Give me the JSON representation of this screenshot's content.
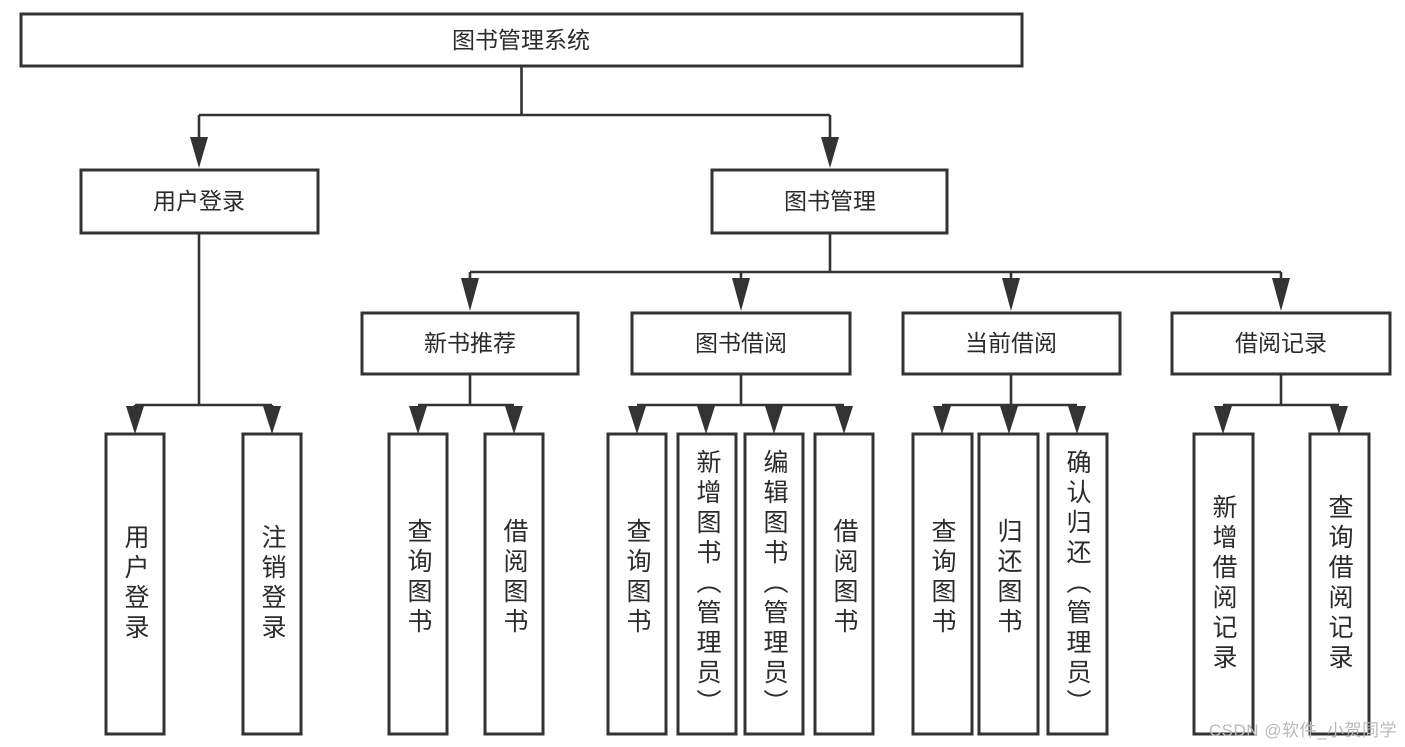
{
  "diagram": {
    "type": "tree-hierarchy-chart",
    "title": "图书管理系统",
    "orientation": "top-down",
    "colors": {
      "box_stroke": "#333333",
      "box_fill": "#ffffff",
      "connector": "#333333",
      "text": "#2b2b2b",
      "background": "#ffffff",
      "watermark": "#b9b9b9"
    },
    "levels": [
      {
        "level": 1,
        "nodes": [
          {
            "id": "root",
            "label": "图书管理系统",
            "orientation": "horizontal"
          }
        ]
      },
      {
        "level": 2,
        "nodes": [
          {
            "id": "user-login",
            "label": "用户登录",
            "orientation": "horizontal",
            "parent": "root"
          },
          {
            "id": "book-manage",
            "label": "图书管理",
            "orientation": "horizontal",
            "parent": "root"
          }
        ]
      },
      {
        "level": 3,
        "nodes": [
          {
            "id": "new-book-rec",
            "label": "新书推荐",
            "orientation": "horizontal",
            "parent": "book-manage"
          },
          {
            "id": "book-borrow",
            "label": "图书借阅",
            "orientation": "horizontal",
            "parent": "book-manage"
          },
          {
            "id": "current-borrow",
            "label": "当前借阅",
            "orientation": "horizontal",
            "parent": "book-manage"
          },
          {
            "id": "borrow-record",
            "label": "借阅记录",
            "orientation": "horizontal",
            "parent": "book-manage"
          }
        ]
      },
      {
        "level": 4,
        "nodes": [
          {
            "id": "leaf-user-login",
            "label": "用户登录",
            "orientation": "vertical",
            "parent": "user-login"
          },
          {
            "id": "leaf-logout",
            "label": "注销登录",
            "orientation": "vertical",
            "parent": "user-login"
          },
          {
            "id": "leaf-query-book-1",
            "label": "查询图书",
            "orientation": "vertical",
            "parent": "new-book-rec"
          },
          {
            "id": "leaf-borrow-book-1",
            "label": "借阅图书",
            "orientation": "vertical",
            "parent": "new-book-rec"
          },
          {
            "id": "leaf-query-book-2",
            "label": "查询图书",
            "orientation": "vertical",
            "parent": "book-borrow"
          },
          {
            "id": "leaf-add-book",
            "label": "新增图书（管理员）",
            "orientation": "vertical",
            "parent": "book-borrow"
          },
          {
            "id": "leaf-edit-book",
            "label": "编辑图书（管理员）",
            "orientation": "vertical",
            "parent": "book-borrow"
          },
          {
            "id": "leaf-borrow-book-2",
            "label": "借阅图书",
            "orientation": "vertical",
            "parent": "book-borrow"
          },
          {
            "id": "leaf-query-book-3",
            "label": "查询图书",
            "orientation": "vertical",
            "parent": "current-borrow"
          },
          {
            "id": "leaf-return-book",
            "label": "归还图书",
            "orientation": "vertical",
            "parent": "current-borrow"
          },
          {
            "id": "leaf-confirm-return",
            "label": "确认归还（管理员）",
            "orientation": "vertical",
            "parent": "current-borrow"
          },
          {
            "id": "leaf-add-record",
            "label": "新增借阅记录",
            "orientation": "vertical",
            "parent": "borrow-record"
          },
          {
            "id": "leaf-query-record",
            "label": "查询借阅记录",
            "orientation": "vertical",
            "parent": "borrow-record"
          }
        ]
      }
    ]
  },
  "watermark": {
    "text": "CSDN @软件_小贺同学"
  }
}
